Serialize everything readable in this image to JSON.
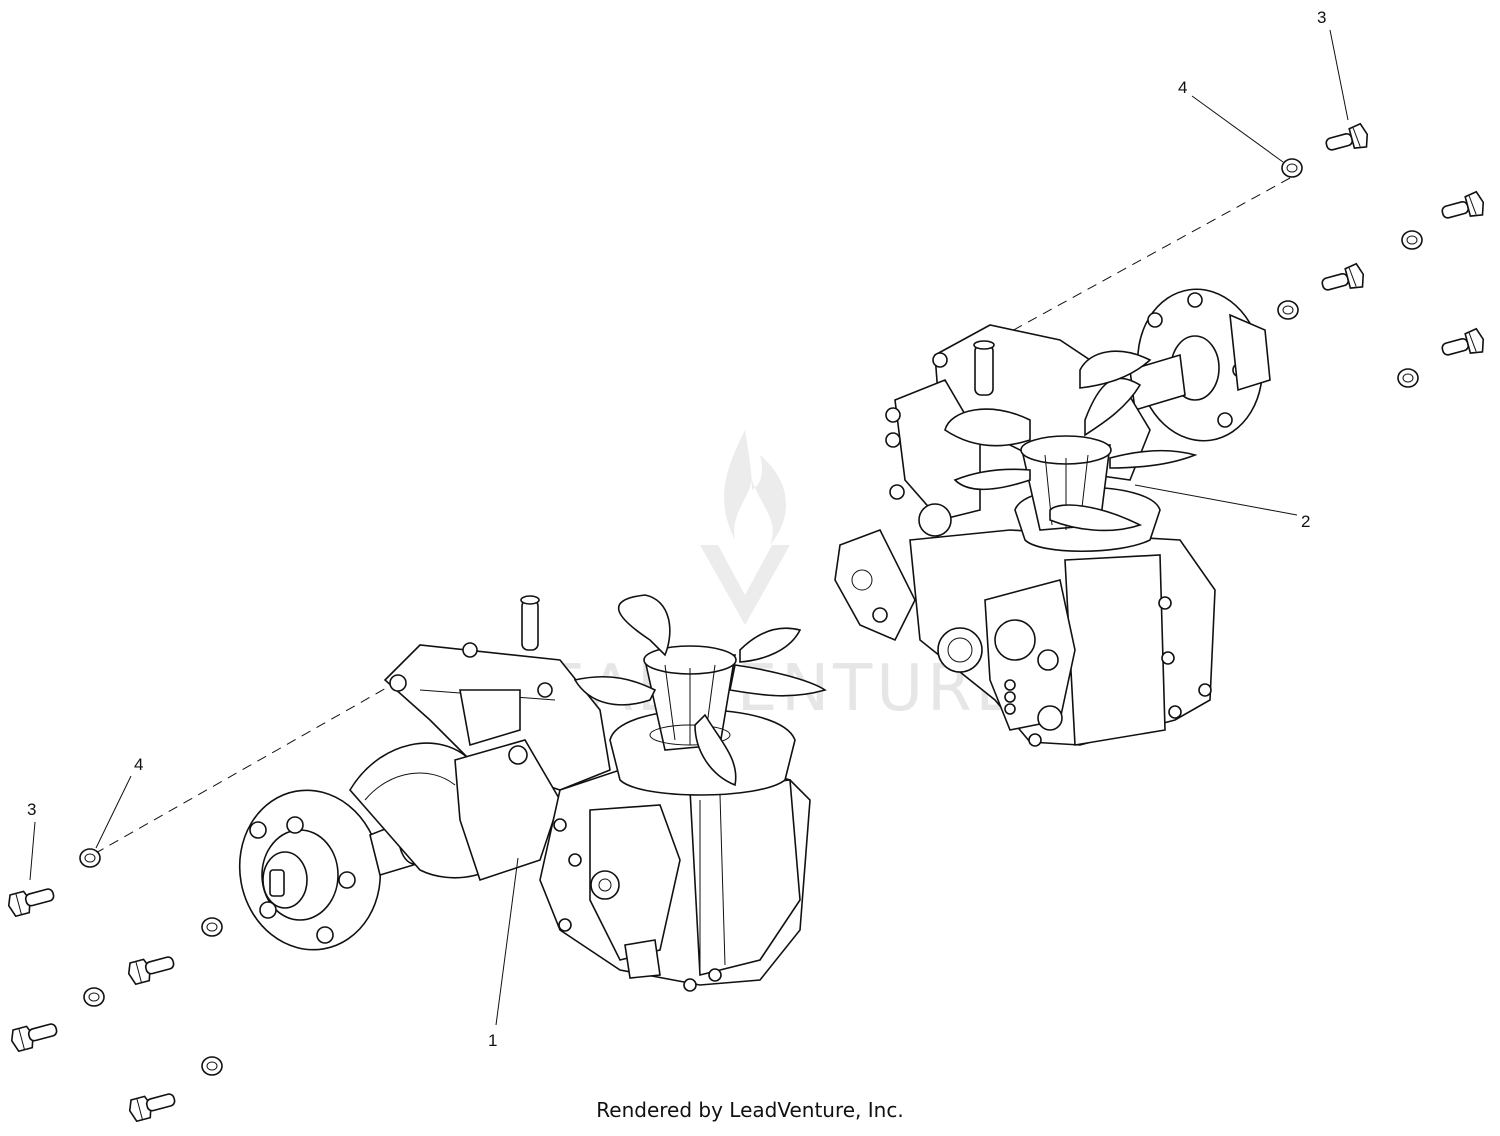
{
  "diagram": {
    "callouts": [
      {
        "id": "c1",
        "label": "1"
      },
      {
        "id": "c2",
        "label": "2"
      },
      {
        "id": "c3a",
        "label": "3"
      },
      {
        "id": "c3b",
        "label": "3"
      },
      {
        "id": "c4a",
        "label": "4"
      },
      {
        "id": "c4b",
        "label": "4"
      }
    ],
    "watermark": "LEADVENTURE"
  },
  "footer": {
    "credit": "Rendered by LeadVenture, Inc."
  },
  "colors": {
    "line": "#111111",
    "watermark": "#e6e6e6",
    "background": "#ffffff"
  }
}
